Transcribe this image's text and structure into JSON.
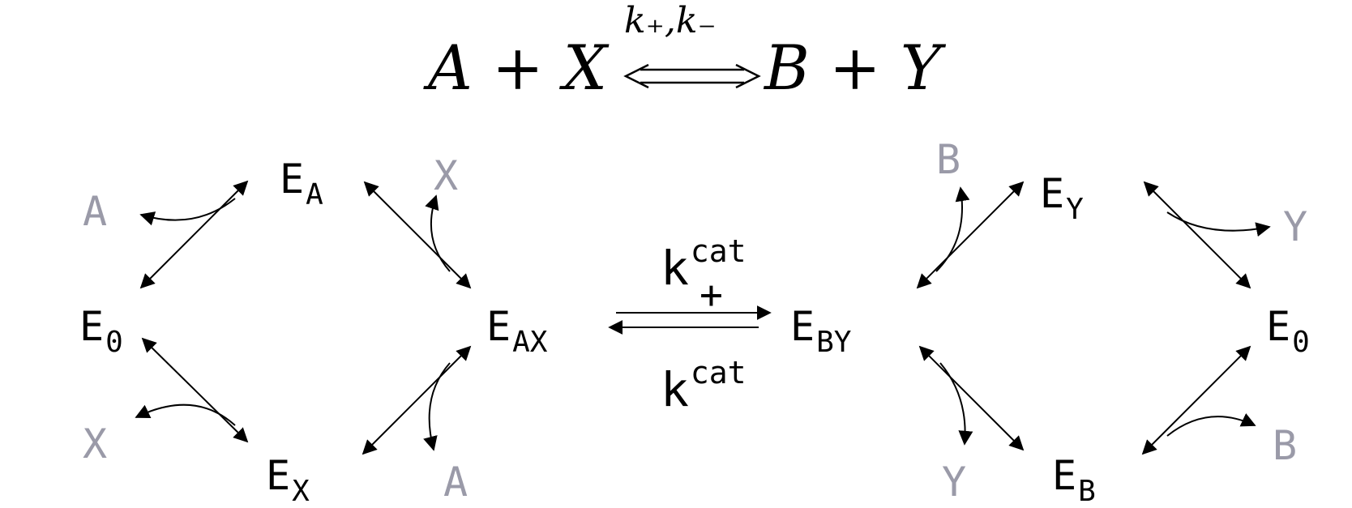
{
  "equation": {
    "lhs": "A + X",
    "rates": "k₊,k₋",
    "arrow": "⟺",
    "rhs": "B + Y"
  },
  "states": {
    "e0_left": {
      "main": "E",
      "sub": "0"
    },
    "e_a": {
      "main": "E",
      "sub": "A"
    },
    "e_x": {
      "main": "E",
      "sub": "X"
    },
    "e_ax": {
      "main": "E",
      "sub": "AX"
    },
    "e_by": {
      "main": "E",
      "sub": "BY"
    },
    "e_y": {
      "main": "E",
      "sub": "Y"
    },
    "e_b": {
      "main": "E",
      "sub": "B"
    },
    "e0_right": {
      "main": "E",
      "sub": "0"
    }
  },
  "species": {
    "a_top_left": "A",
    "x_top_mid": "X",
    "x_bottom_left": "X",
    "a_bottom_mid": "A",
    "b_top_mid": "B",
    "y_top_right": "Y",
    "y_bottom_mid": "Y",
    "b_bottom_right": "B"
  },
  "rates": {
    "forward": {
      "k": "k",
      "sup": "cat",
      "sign": "+"
    },
    "backward": {
      "k": "k",
      "sup": "cat"
    }
  },
  "colors": {
    "ink": "#000000",
    "species_gray": "#9a9aa8"
  }
}
